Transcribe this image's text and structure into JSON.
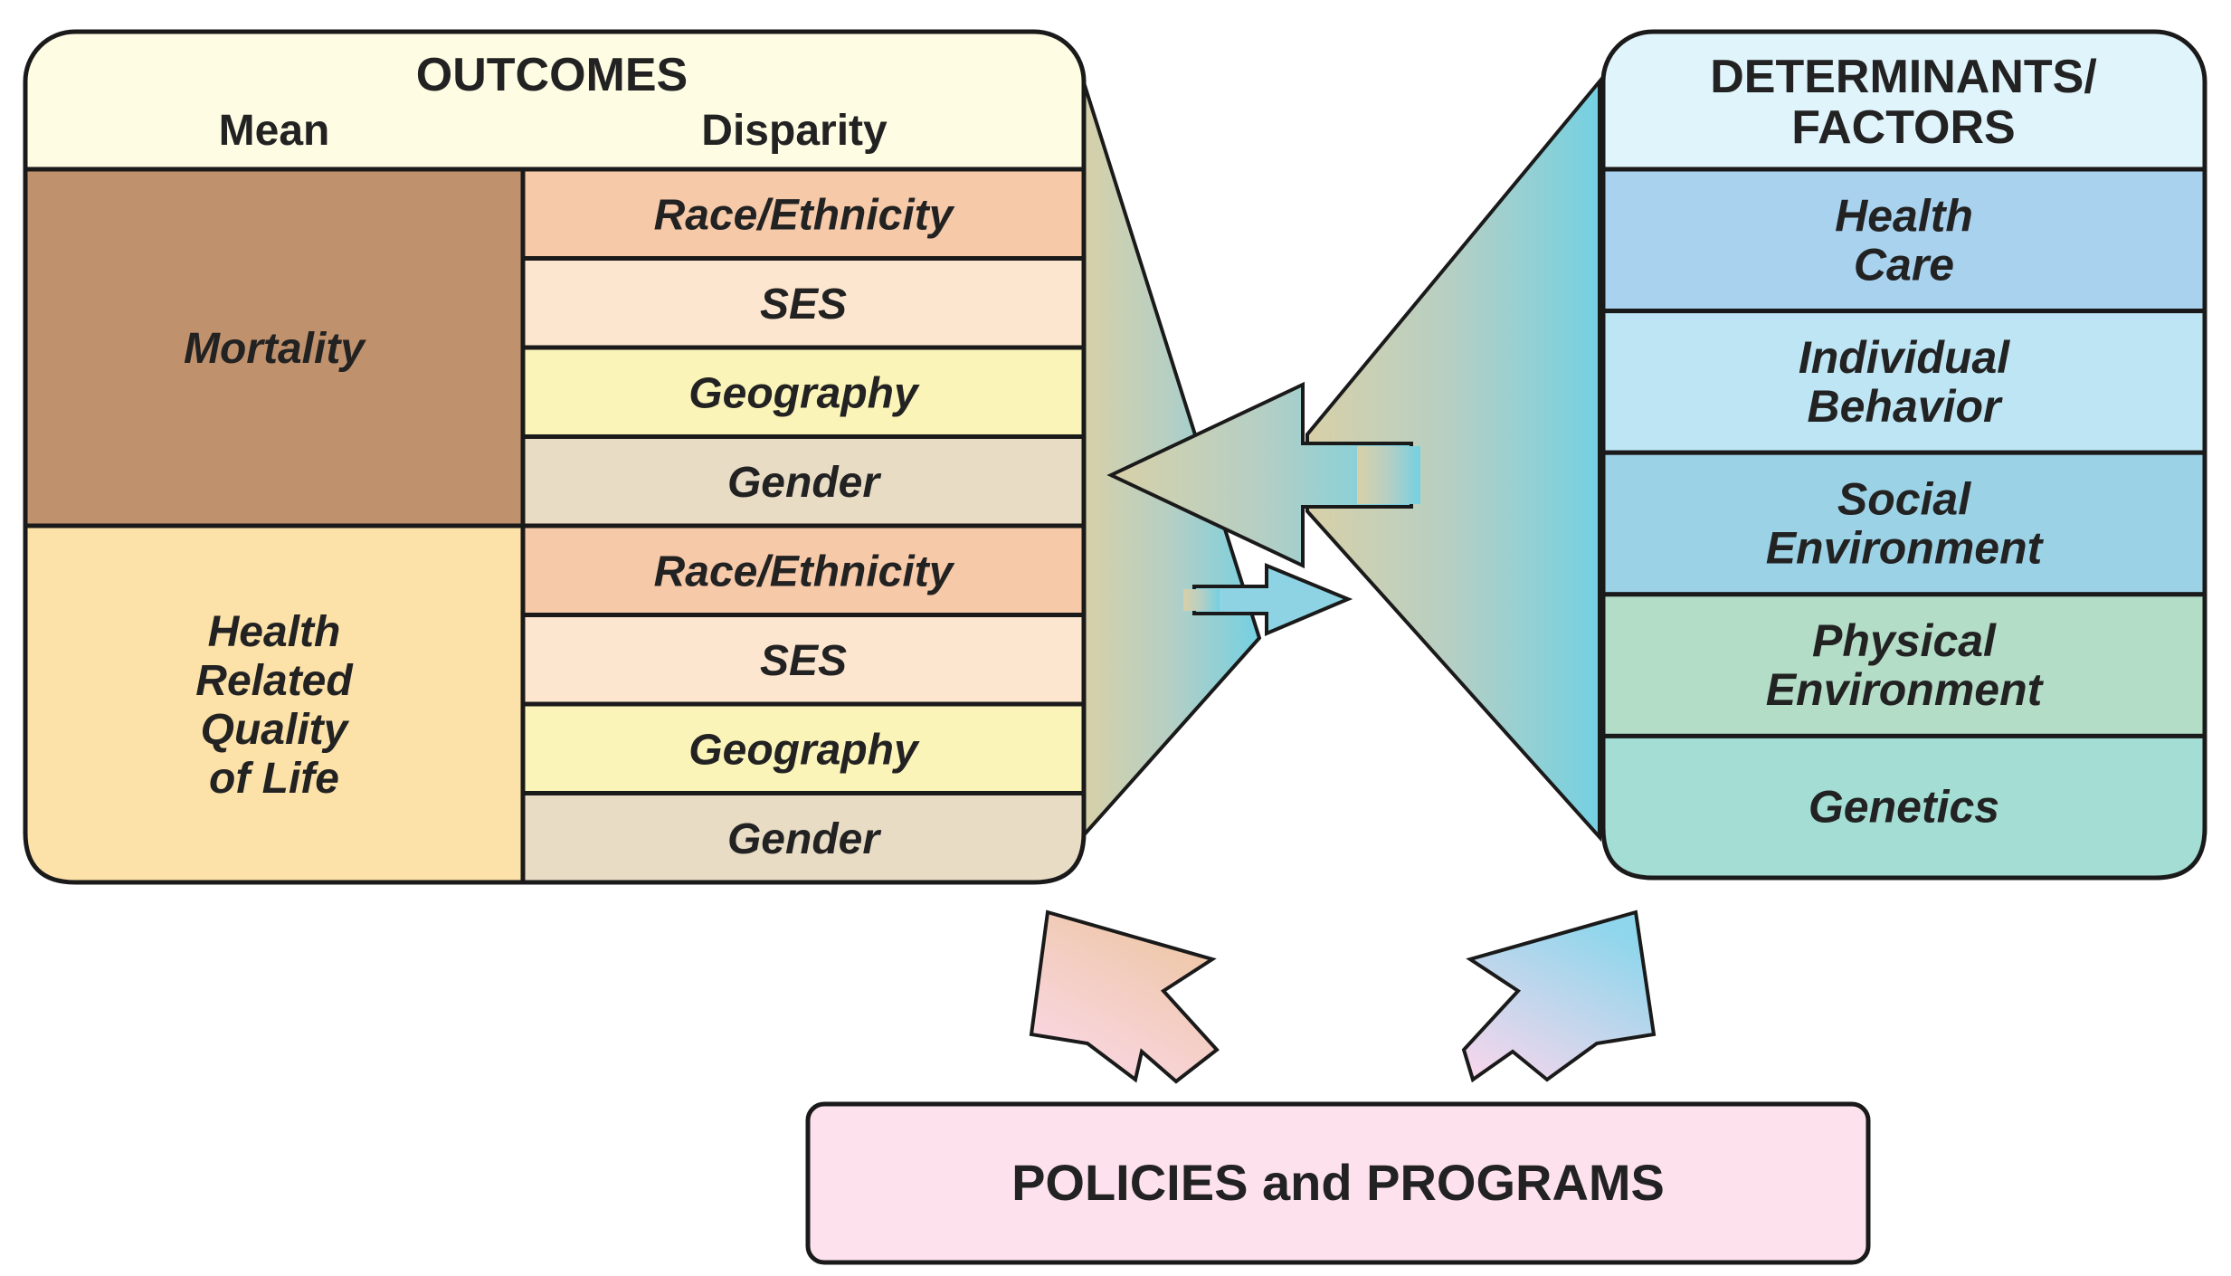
{
  "outcomes": {
    "title": "OUTCOMES",
    "col_mean": "Mean",
    "col_disparity": "Disparity",
    "groups": [
      {
        "label_lines": [
          "Mortality"
        ],
        "color": "#C0916D",
        "rows": [
          {
            "label": "Race/Ethnicity",
            "color": "#F6C9A8"
          },
          {
            "label": "SES",
            "color": "#FDE6CF"
          },
          {
            "label": "Geography",
            "color": "#FBF4B8"
          },
          {
            "label": "Gender",
            "color": "#E8DCC5"
          }
        ]
      },
      {
        "label_lines": [
          "Health",
          "Related",
          "Quality",
          "of Life"
        ],
        "color": "#FCE1A8",
        "rows": [
          {
            "label": "Race/Ethnicity",
            "color": "#F6C9A8"
          },
          {
            "label": "SES",
            "color": "#FDE6CF"
          },
          {
            "label": "Geography",
            "color": "#FBF4B8"
          },
          {
            "label": "Gender",
            "color": "#E8DCC5"
          }
        ]
      }
    ],
    "header_color": "#FEFCE3"
  },
  "determinants": {
    "title_lines": [
      "DETERMINANTS/",
      "FACTORS"
    ],
    "header_color": "#E0F4FB",
    "rows": [
      {
        "label_lines": [
          "Health",
          "Care"
        ],
        "color": "#A8D2EE"
      },
      {
        "label_lines": [
          "Individual",
          "Behavior"
        ],
        "color": "#BDE5F4"
      },
      {
        "label_lines": [
          "Social",
          "Environment"
        ],
        "color": "#9CD2E6"
      },
      {
        "label_lines": [
          "Physical",
          "Environment"
        ],
        "color": "#B3DDC7"
      },
      {
        "label_lines": [
          "Genetics"
        ],
        "color": "#A3DDD3"
      }
    ]
  },
  "policies": {
    "label": "POLICIES and PROGRAMS",
    "color": "#FDE2EE"
  },
  "colors": {
    "funnel_left": "#BDBA98",
    "funnel_right": "#74D0E2",
    "arrow_left_up": "#F2C6B8",
    "arrow_right_up": "#9CD6EC",
    "outline": "#1a1a1a"
  }
}
